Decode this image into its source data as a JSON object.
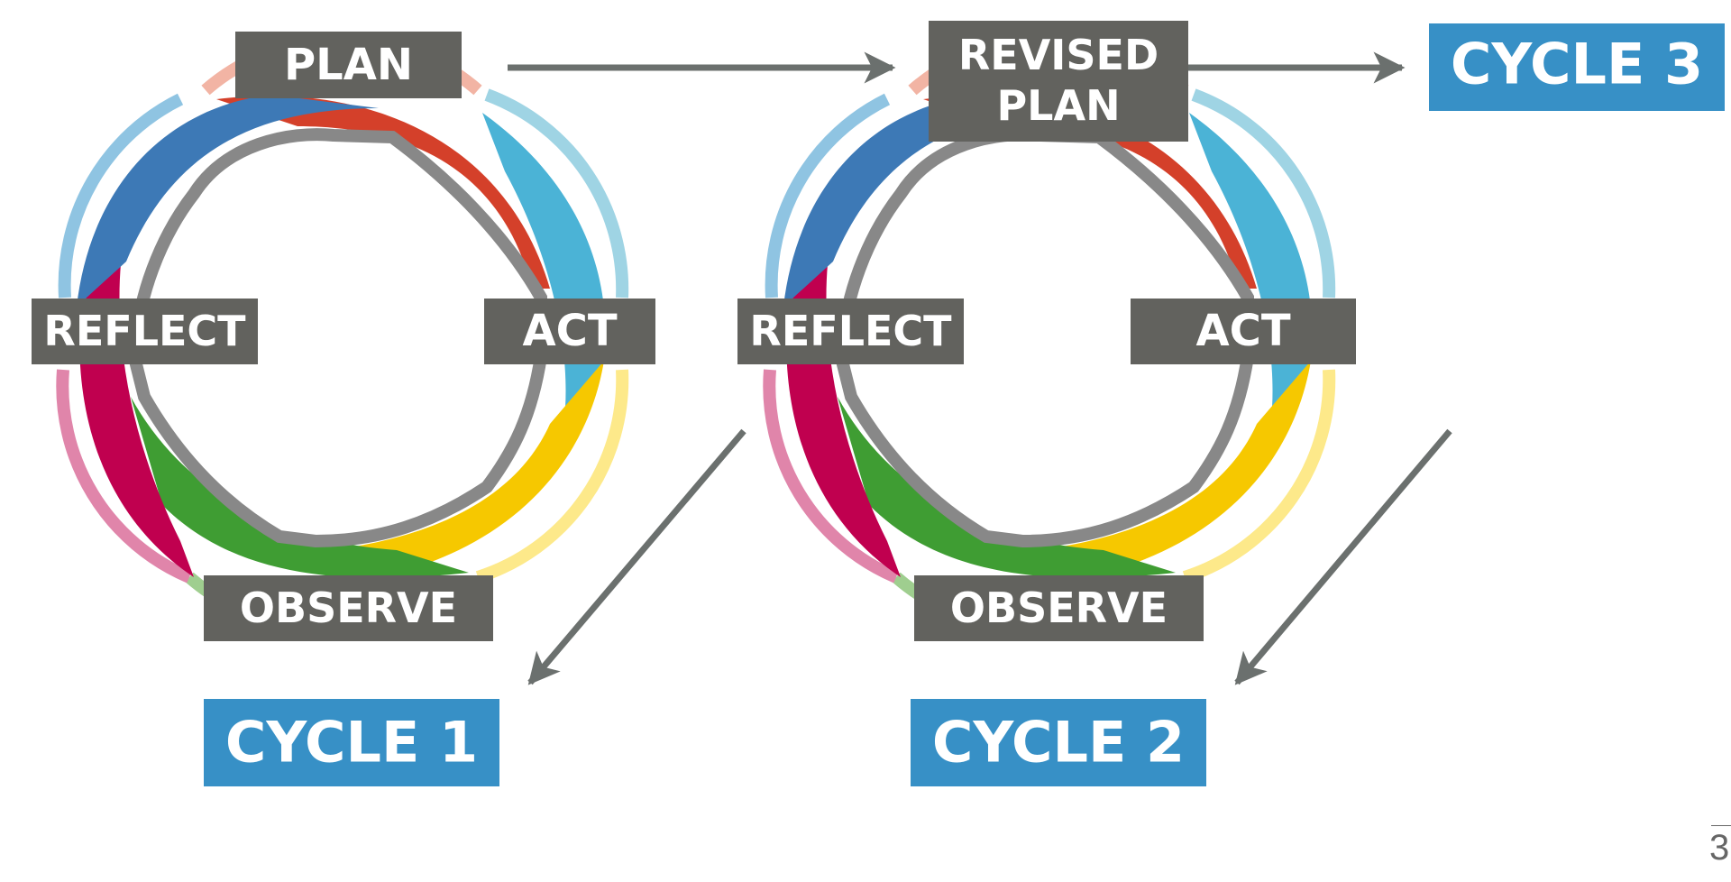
{
  "cycle1": {
    "plan": "PLAN",
    "act": "ACT",
    "observe": "OBSERVE",
    "reflect": "REFLECT",
    "cycle_label": "CYCLE 1"
  },
  "cycle2": {
    "plan_line1": "REVISED",
    "plan_line2": "PLAN",
    "act": "ACT",
    "observe": "OBSERVE",
    "reflect": "REFLECT",
    "cycle_label": "CYCLE 2"
  },
  "cycle3": {
    "cycle_label": "CYCLE 3"
  },
  "page_number": "3",
  "colors": {
    "label_box": "#62625e",
    "cycle_box": "#3790c6",
    "arrow": "#6b706e",
    "ring_inner": "#888888",
    "red": "#d4402a",
    "blue": "#3d79b6",
    "cyan": "#4bb3d6",
    "yellow": "#f6c800",
    "green": "#3f9d33",
    "magenta": "#c0004f"
  }
}
